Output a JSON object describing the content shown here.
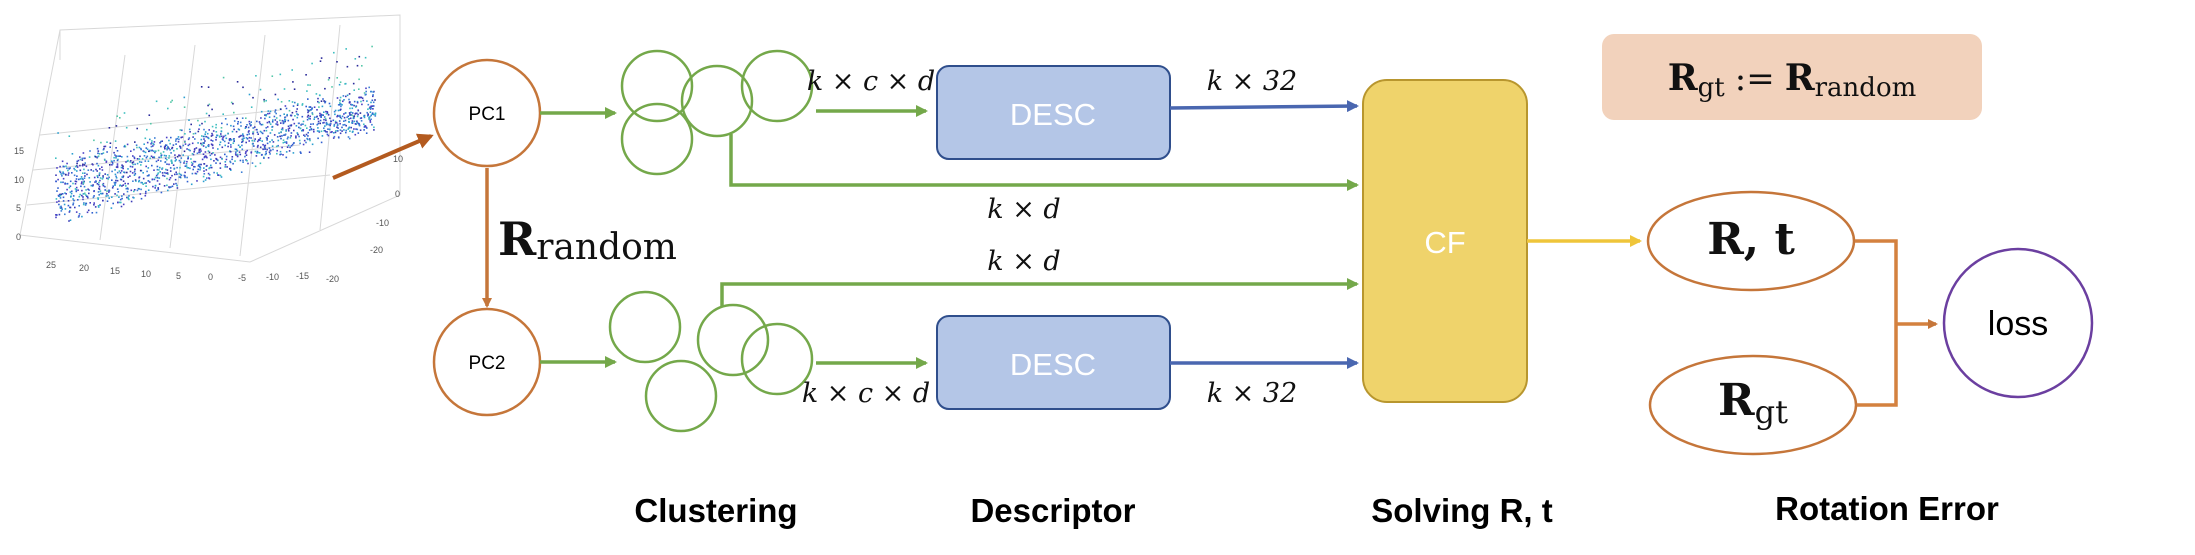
{
  "nodes": {
    "pc1": "PC1",
    "pc2": "PC2",
    "desc_top": "DESC",
    "desc_bottom": "DESC",
    "cf": "CF",
    "loss": "loss"
  },
  "edge_labels": {
    "top_kcd": "k × c × d",
    "bottom_kcd": "k × c × d",
    "top_k32": "k × 32",
    "bottom_k32": "k × 32",
    "mid_kd_upper": "k × d",
    "mid_kd_lower": "k × d"
  },
  "math": {
    "r_random_main": "R",
    "r_random_sub": "random",
    "rt_bold": "R, t",
    "rgt_main": "R",
    "rgt_sub": "gt",
    "assign_lhs_main": "R",
    "assign_lhs_sub": "gt",
    "assign_op": ":=",
    "assign_rhs_main": "R",
    "assign_rhs_sub": "random"
  },
  "stages": {
    "clustering": "Clustering",
    "descriptor": "Descriptor",
    "solving": "Solving R, t",
    "rotation_error": "Rotation Error"
  },
  "plot_ticks": {
    "z": [
      "15",
      "10",
      "5",
      "0"
    ],
    "x": [
      "25",
      "20",
      "15",
      "10",
      "5",
      "0",
      "-5",
      "-10",
      "-15",
      "-20"
    ],
    "y": [
      "10",
      "0",
      "-10",
      "-20"
    ]
  },
  "colors": {
    "orange": "#C5763A",
    "green": "#74A84A",
    "blue": "#4A67B0",
    "desc_fill": "#B4C6E7",
    "cf_fill": "#EFD36B",
    "cf_stroke": "#B8962E",
    "yellow_arrow": "#EFC53A",
    "loss_stroke": "#6B3FA0",
    "banner_fill": "#F2D2BC"
  }
}
